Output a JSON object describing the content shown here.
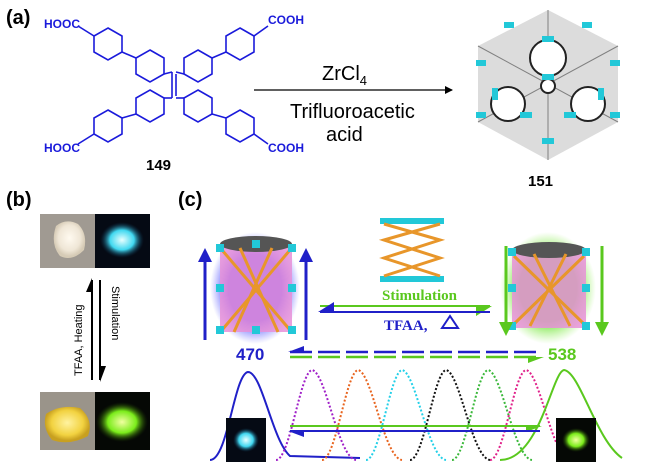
{
  "panels": {
    "a": "(a)",
    "b": "(b)",
    "c": "(c)"
  },
  "scheme": {
    "groups": {
      "top_left": "HOOC",
      "top_right": "COOH",
      "bottom_left": "HOOC",
      "bottom_right": "COOH"
    },
    "ligand_label": "149",
    "reagent_main": "ZrCl",
    "reagent_sub": "4",
    "reagent_line2": "Trifluoroacetic",
    "reagent_line3": "acid",
    "product_label": "151"
  },
  "panel_b": {
    "down_label": "Stimulation",
    "up_label": "TFAA, Heating"
  },
  "panel_c": {
    "forward_label": "Stimulation",
    "reverse_label": "TFAA,",
    "left_wavelength": "470",
    "right_wavelength": "538"
  },
  "colors": {
    "ligand_blue": "#1a1adb",
    "blue_emission": "#2020c8",
    "green_emission": "#5ac81e",
    "cyan_node": "#22c8d8",
    "strut_orange": "#e8962a",
    "cage_pink": "#e890d8"
  }
}
